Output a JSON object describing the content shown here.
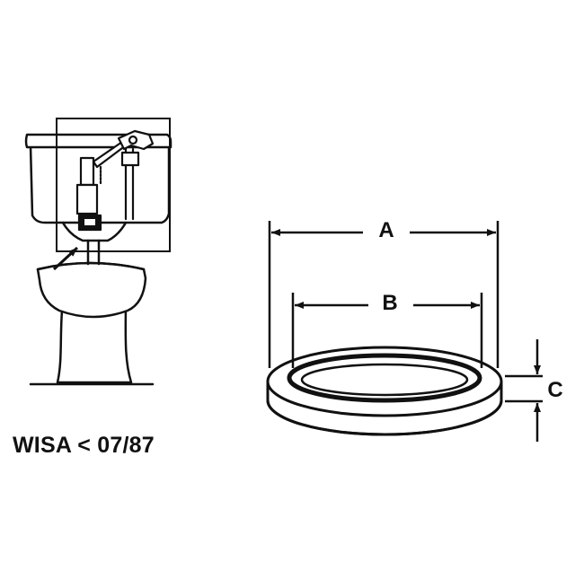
{
  "caption": "WISA < 07/87",
  "dimension_labels": {
    "a": "A",
    "b": "B",
    "c": "C"
  },
  "colors": {
    "ink": "#111111",
    "paper": "#ffffff"
  }
}
